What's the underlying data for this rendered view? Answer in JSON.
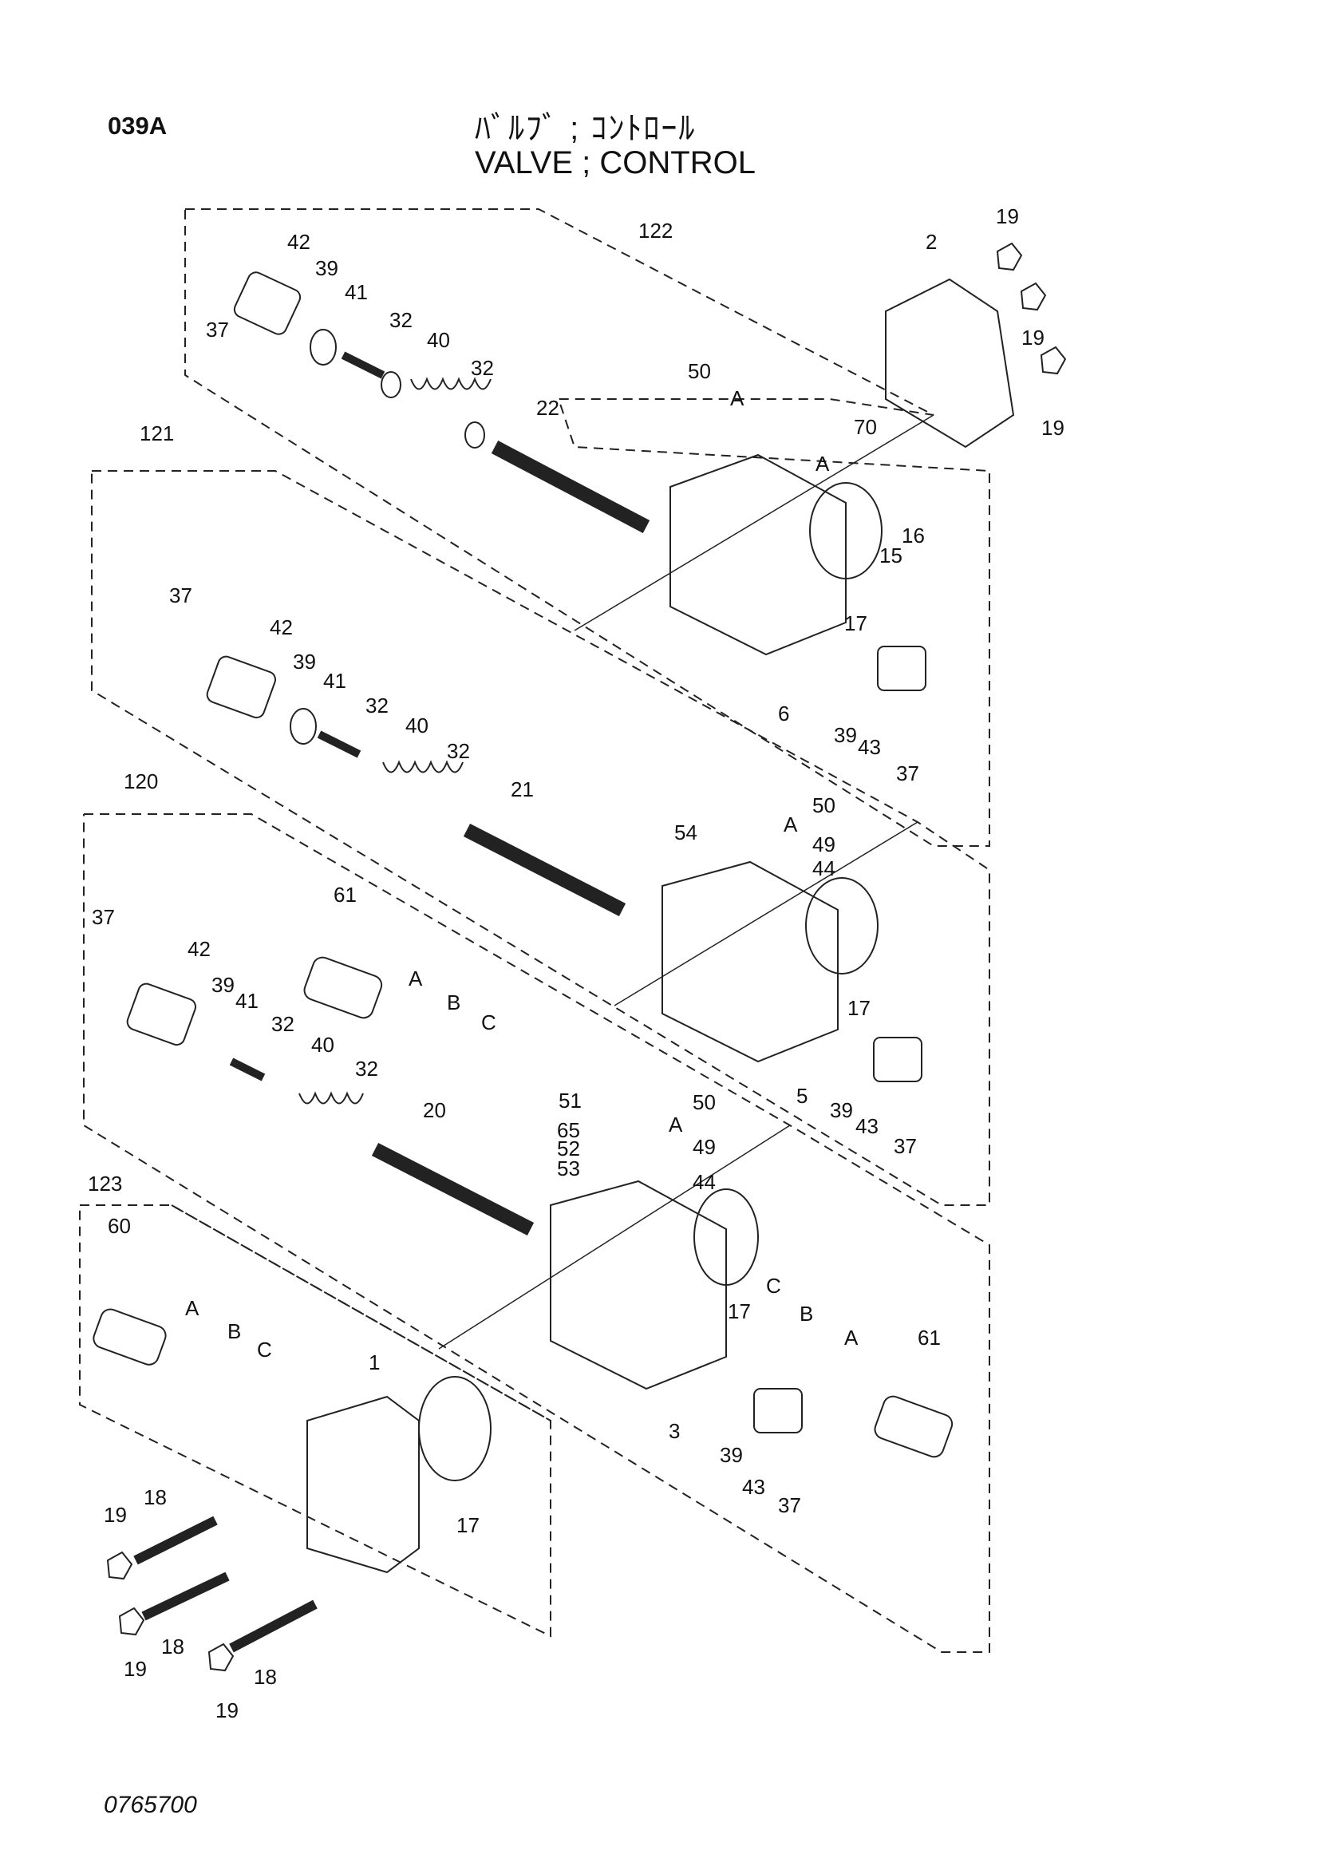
{
  "header": {
    "page_code": "039A",
    "title_jp": "ﾊﾞﾙﾌﾞ ; ｺﾝﾄﾛｰﾙ",
    "title_en": "VALVE ; CONTROL"
  },
  "footer": {
    "drawing_number": "0765700"
  },
  "callouts": {
    "group_122": "122",
    "group_121": "121",
    "group_120": "120",
    "group_123": "123",
    "g122": [
      "42",
      "39",
      "41",
      "32",
      "40",
      "32",
      "22",
      "37",
      "50",
      "A",
      "70",
      "A",
      "2",
      "19",
      "19",
      "19",
      "16",
      "15",
      "17",
      "6",
      "39",
      "43",
      "37"
    ],
    "g121": [
      "37",
      "42",
      "39",
      "41",
      "32",
      "40",
      "32",
      "21",
      "54",
      "50",
      "A",
      "49",
      "44",
      "17",
      "5",
      "39",
      "43",
      "37"
    ],
    "g120": [
      "61",
      "A",
      "B",
      "C",
      "37",
      "42",
      "39",
      "41",
      "32",
      "40",
      "32",
      "20",
      "51",
      "50",
      "A",
      "65",
      "52",
      "49",
      "53",
      "44",
      "17",
      "3",
      "C",
      "B",
      "A",
      "61",
      "39",
      "43",
      "37"
    ],
    "g123": [
      "60",
      "A",
      "B",
      "C",
      "1",
      "17",
      "18",
      "19",
      "18",
      "19",
      "18",
      "19"
    ]
  }
}
